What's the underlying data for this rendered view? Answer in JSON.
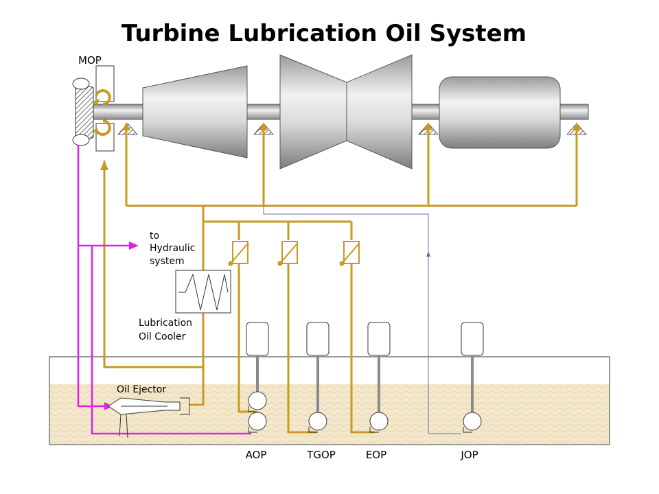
{
  "title": "Turbine Lubrication Oil System",
  "labels": {
    "mop": "MOP",
    "to_line": "to",
    "hydraulic_line": "Hydraulic",
    "system_line": "system",
    "cooler_line1": "Lubrication",
    "cooler_line2": "Oil Cooler",
    "ejector": "Oil Ejector",
    "aop": "AOP",
    "tgop": "TGOP",
    "eop": "EOP",
    "jop": "JOP"
  },
  "colors": {
    "lube_oil_line": "#C89A1E",
    "ejector_line": "#E020E0",
    "jacking_oil_line": "#6A6AA8",
    "tank_oil": "#F3E8CC",
    "machine_gray": "#BDBDBD"
  }
}
